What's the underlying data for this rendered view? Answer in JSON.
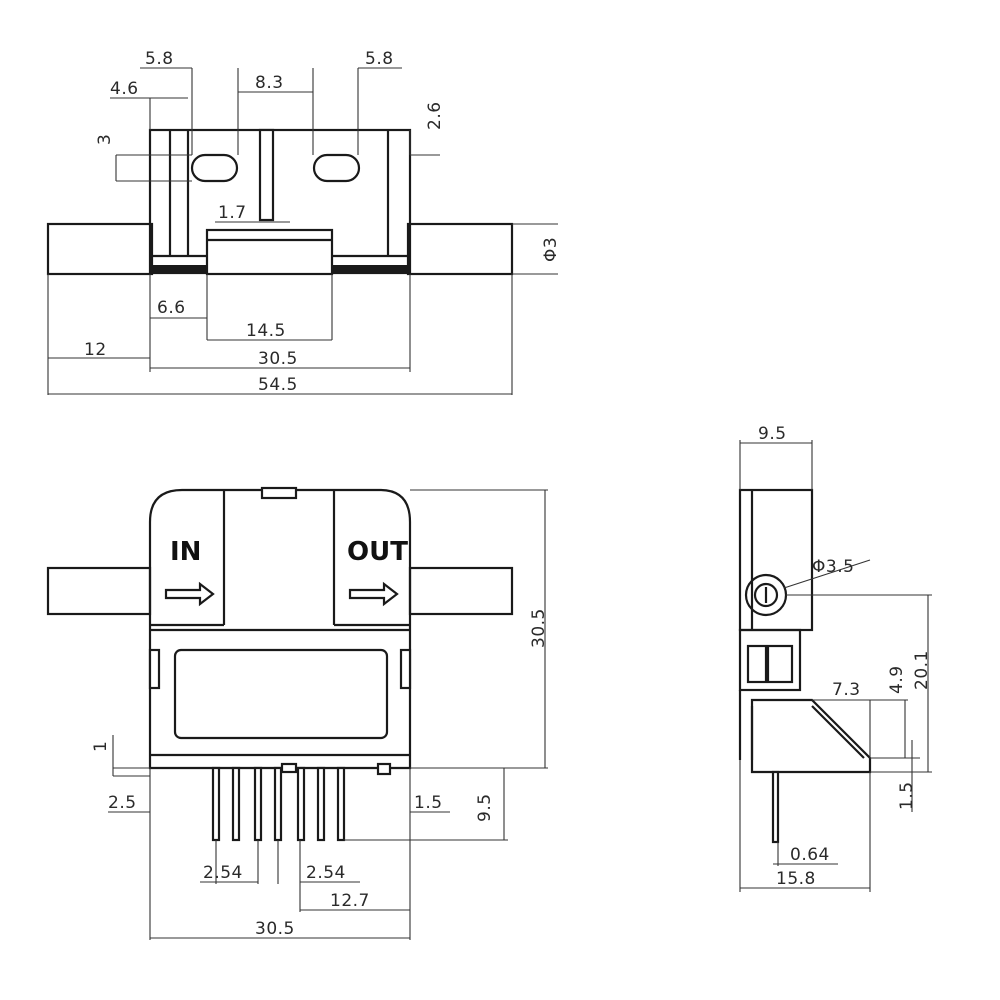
{
  "top_view": {
    "dims": {
      "slot_w_left": "5.8",
      "slot_w_right": "5.8",
      "slot_gap": "8.3",
      "edge_left": "4.6",
      "edge_right": "2.6",
      "slot_h": "3",
      "center_post": "1.7",
      "tube_dia": "Φ3",
      "base_offset": "6.6",
      "base_width": "14.5",
      "tube_len": "12",
      "body_width": "30.5",
      "overall_width": "54.5"
    }
  },
  "front_view": {
    "in_label": "IN",
    "out_label": "OUT",
    "dims": {
      "pin_offset": "1",
      "side_offset": "2.5",
      "stud_offset": "1.5",
      "height": "30.5",
      "pin_length": "9.5",
      "pitch_left": "2.54",
      "pitch_right": "2.54",
      "pin_span": "12.7",
      "width": "30.5"
    }
  },
  "side_view": {
    "dims": {
      "depth": "9.5",
      "hole_dia": "Φ3.5",
      "step_w": "7.3",
      "step_h": "4.9",
      "hole_height": "20.1",
      "base_h": "1.5",
      "pin_dia": "0.64",
      "overall_depth": "15.8"
    }
  }
}
